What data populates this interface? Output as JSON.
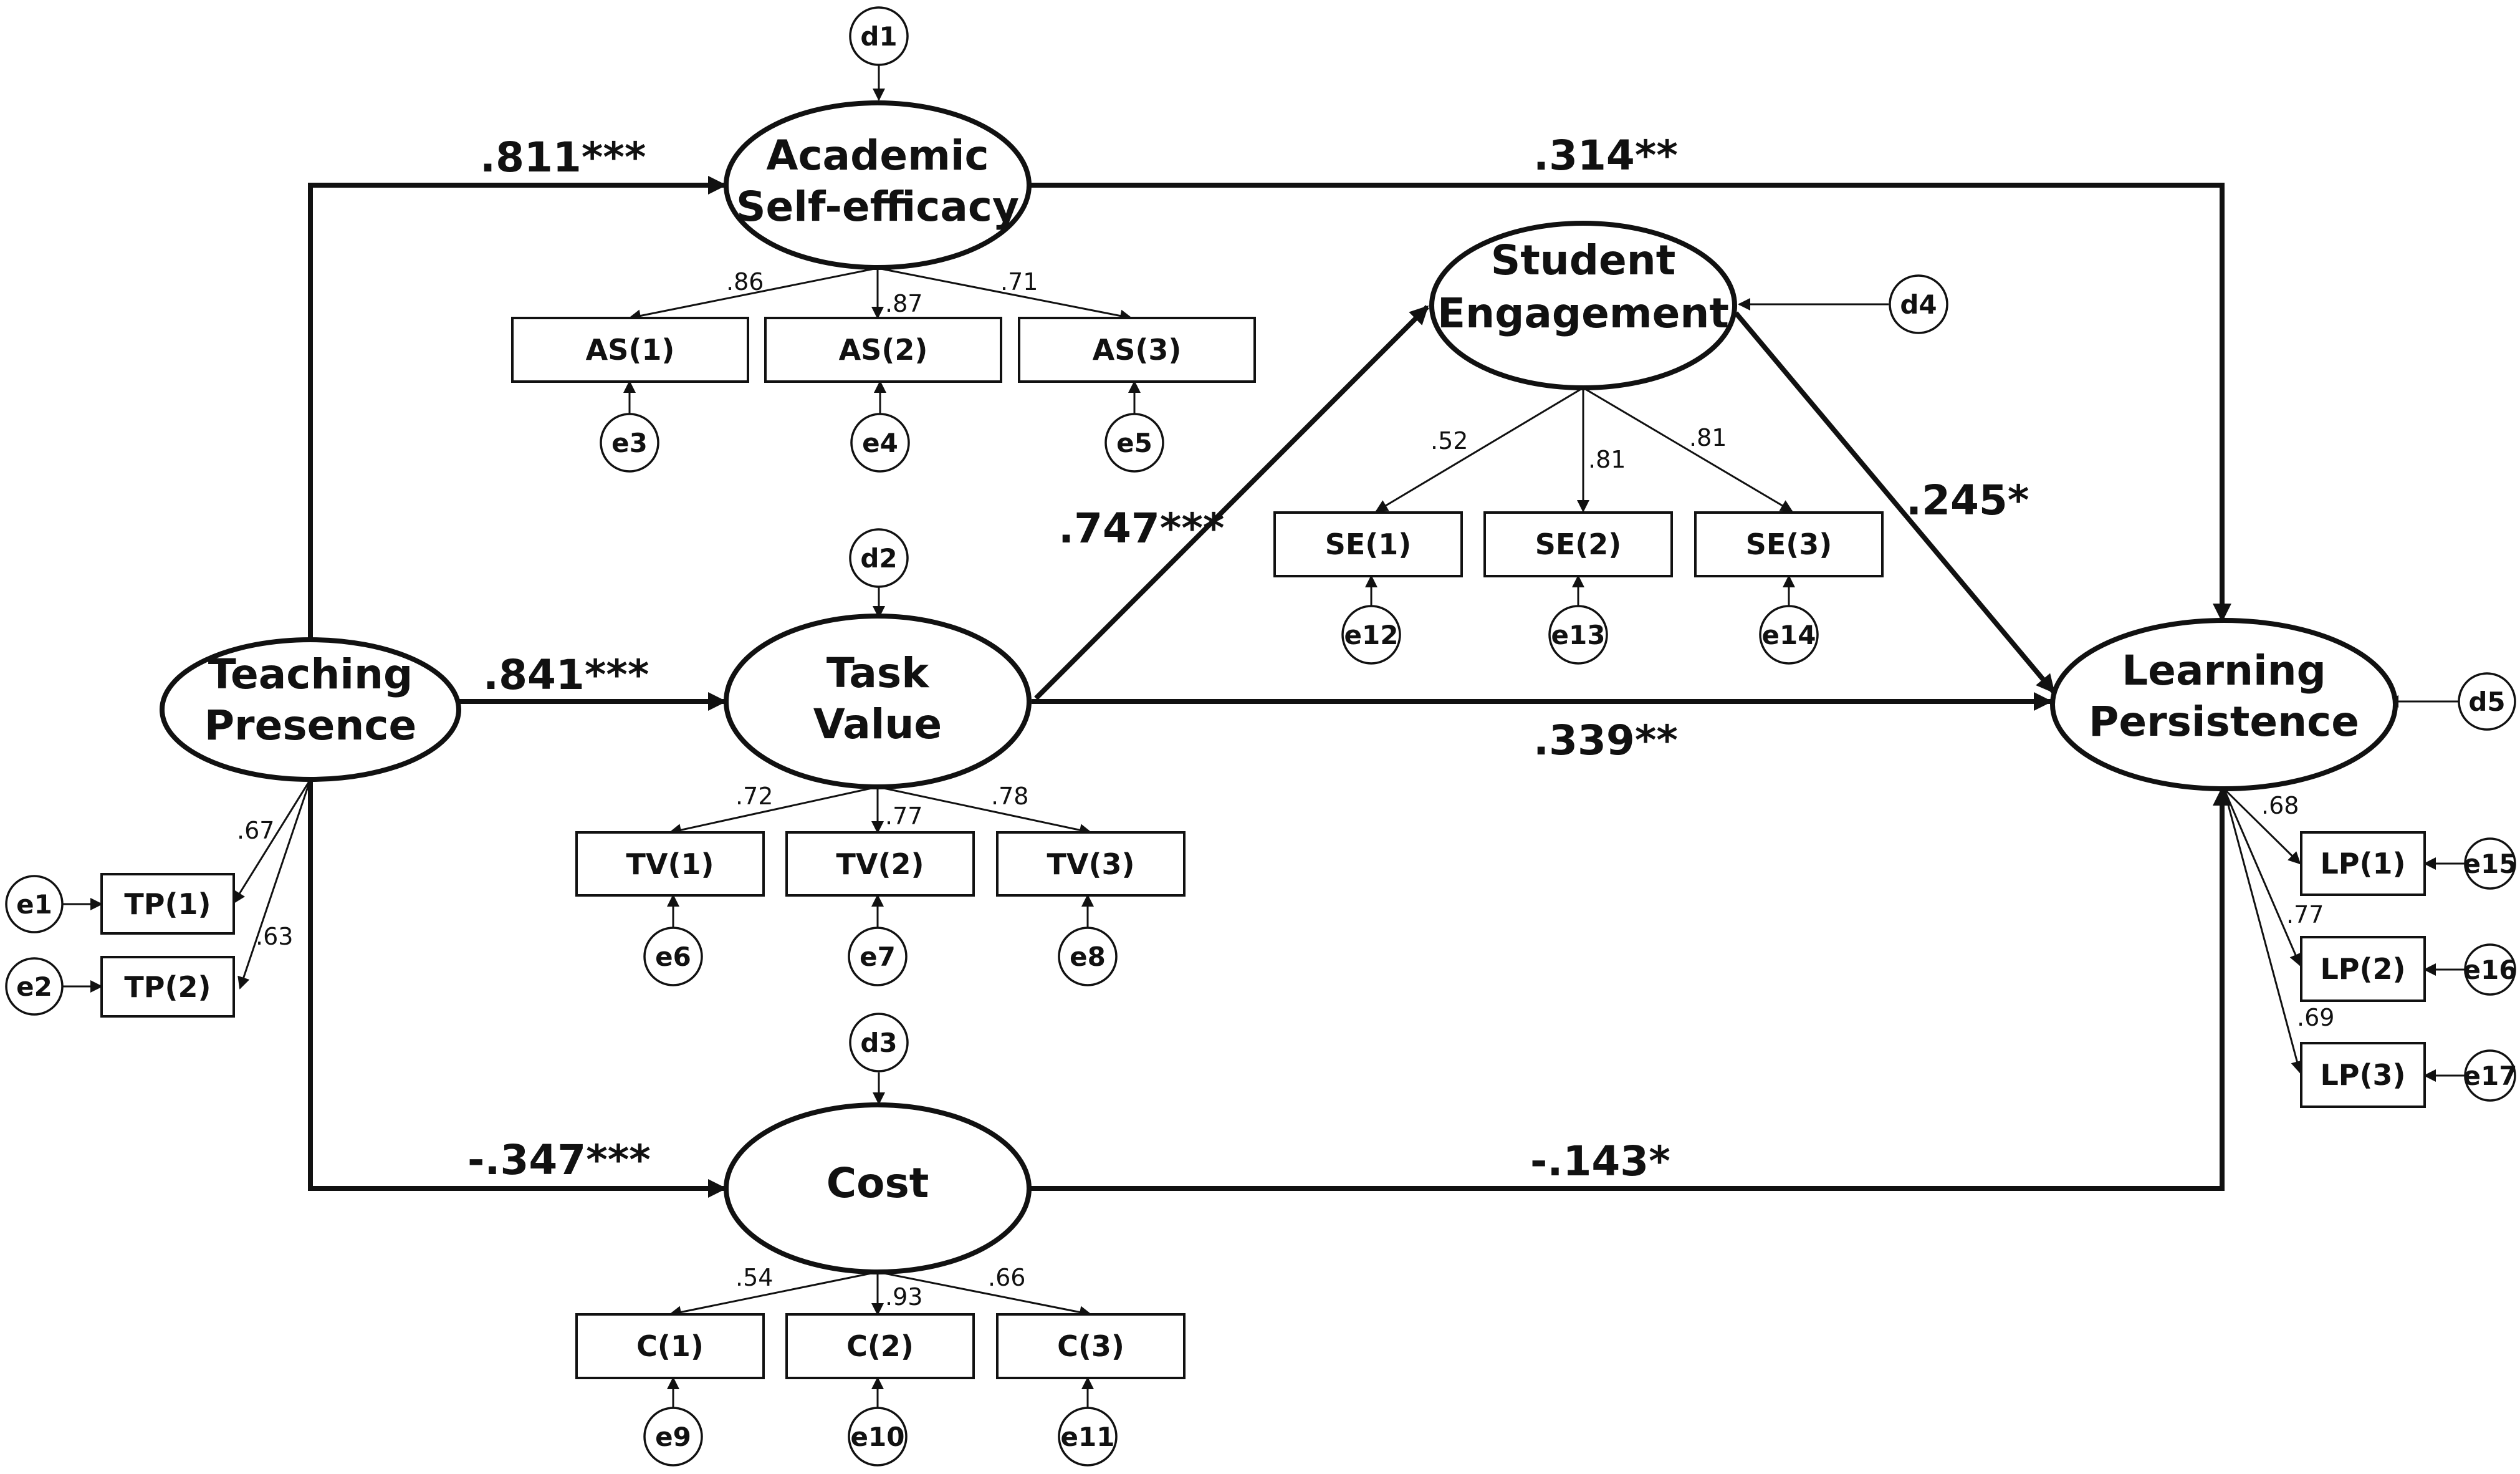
{
  "latents": {
    "tp": [
      "Teaching",
      "Presence"
    ],
    "ase": [
      "Academic",
      "Self-efficacy"
    ],
    "tv": [
      "Task",
      "Value"
    ],
    "cost": [
      "Cost"
    ],
    "se": [
      "Student",
      "Engagement"
    ],
    "lp": [
      "Learning",
      "Persistence"
    ]
  },
  "indicators": {
    "tp1": "TP(1)",
    "tp2": "TP(2)",
    "as1": "AS(1)",
    "as2": "AS(2)",
    "as3": "AS(3)",
    "tv1": "TV(1)",
    "tv2": "TV(2)",
    "tv3": "TV(3)",
    "c1": "C(1)",
    "c2": "C(2)",
    "c3": "C(3)",
    "se1": "SE(1)",
    "se2": "SE(2)",
    "se3": "SE(3)",
    "lp1": "LP(1)",
    "lp2": "LP(2)",
    "lp3": "LP(3)"
  },
  "errors": {
    "e1": "e1",
    "e2": "e2",
    "e3": "e3",
    "e4": "e4",
    "e5": "e5",
    "e6": "e6",
    "e7": "e7",
    "e8": "e8",
    "e9": "e9",
    "e10": "e10",
    "e11": "e11",
    "e12": "e12",
    "e13": "e13",
    "e14": "e14",
    "e15": "e15",
    "e16": "e16",
    "e17": "e17",
    "d1": "d1",
    "d2": "d2",
    "d3": "d3",
    "d4": "d4",
    "d5": "d5"
  },
  "structural_paths": {
    "tp_ase": ".811***",
    "tp_tv": ".841***",
    "tp_cost": "-.347***",
    "ase_lp": ".314**",
    "tv_se": ".747***",
    "tv_lp": ".339**",
    "se_lp": ".245*",
    "cost_lp": "-.143*"
  },
  "loadings": {
    "tp1": ".67",
    "tp2": ".63",
    "as1": ".86",
    "as2": ".87",
    "as3": ".71",
    "tv1": ".72",
    "tv2": ".77",
    "tv3": ".78",
    "c1": ".54",
    "c2": ".93",
    "c3": ".66",
    "se1": ".52",
    "se2": ".81",
    "se3": ".81",
    "lp1": ".68",
    "lp2": ".77",
    "lp3": ".69"
  }
}
